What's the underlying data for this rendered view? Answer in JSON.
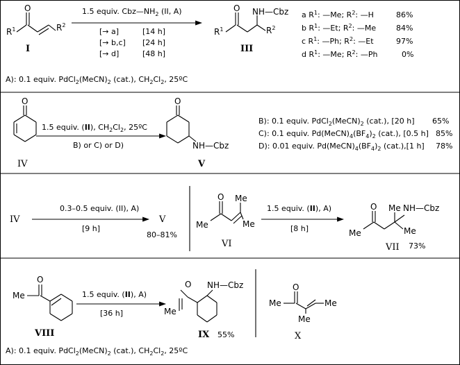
{
  "scheme1": {
    "compound_I": "I",
    "r1": "R",
    "r1_sup": "1",
    "r2": "R",
    "r2_sup": "2",
    "reagent": "1.5 equiv. Cbz—NH",
    "reagent_sub": "2",
    "reagent_tail": " (II, A)",
    "cond_a": "[→ a]",
    "time_a": "[14 h]",
    "cond_bc": "[→ b,c]",
    "time_bc": "[24 h]",
    "cond_d": "[→ d]",
    "time_d": "[48 h]",
    "product_nh": "NH—Cbz",
    "compound_III": "III",
    "rows": [
      {
        "id": "a",
        "r1": "—Me",
        "r2": "—H",
        "yield": "86%"
      },
      {
        "id": "b",
        "r1": "—Et",
        "r2": "—Me",
        "yield": "84%"
      },
      {
        "id": "c",
        "r1": "—Ph",
        "r2": "—Et",
        "yield": "97%"
      },
      {
        "id": "d",
        "r1": "—Me",
        "r2": "—Ph",
        "yield": "0%"
      }
    ],
    "footnote_head": "A): 0.1 equiv. PdCl",
    "footnote_sub1": "2",
    "footnote_mid": "(MeCN)",
    "footnote_sub2": "2",
    "footnote_mid2": " (cat.), CH",
    "footnote_sub3": "2",
    "footnote_mid3": "Cl",
    "footnote_sub4": "2",
    "footnote_tail": ", 25ºC"
  },
  "scheme2": {
    "compound_IV": "IV",
    "oxygen": "O",
    "reagent": "1.5 equiv. (",
    "reagent_bold": "II",
    "reagent_tail": "), CH",
    "reagent_sub1": "2",
    "reagent_cl": "Cl",
    "reagent_sub2": "2",
    "reagent_temp": ", 25ºC",
    "conditions": "B) or C) or D)",
    "product_nh": "NH—Cbz",
    "compound_V": "V",
    "cond_B": {
      "head": "B): 0.1 equiv. PdCl",
      "sub1": "2",
      "mid": "(MeCN)",
      "sub2": "2",
      "tail": " (cat.), [20 h]",
      "yield": "65%"
    },
    "cond_C": {
      "head": "C): 0.1 equiv. Pd(MeCN)",
      "sub1": "4",
      "mid": "(BF",
      "sub2": "4",
      "mid2": ")",
      "sub3": "2",
      "tail": " (cat.), [0.5 h]",
      "yield": "85%"
    },
    "cond_D": {
      "head": "D): 0.01 equiv. Pd(MeCN)",
      "sub1": "4",
      "mid": "(BF",
      "sub2": "4",
      "mid2": ")",
      "sub3": "2",
      "tail": " (cat.),[1 h]",
      "yield": "78%"
    }
  },
  "scheme3": {
    "start": "IV",
    "reagent": "0.3–0.5 equiv. (II), A)",
    "time": "[9 h]",
    "product": "V",
    "yield": "80–81%"
  },
  "scheme4": {
    "me_top": "Me",
    "me_left": "Me",
    "me_right": "Me",
    "oxygen": "O",
    "compound_VI": "VI",
    "reagent": "1.5 equiv. (",
    "reagent_bold": "II",
    "reagent_tail": "), A)",
    "time": "[8 h]",
    "me_p_top": "Me",
    "nh_cbz": "NH—Cbz",
    "me_p_left": "Me",
    "me_p_right": "Me",
    "compound_VII": "VII",
    "yield": "73%"
  },
  "scheme5": {
    "me": "Me",
    "oxygen": "O",
    "compound_VIII": "VIII",
    "reagent": "1.5 equiv. (",
    "reagent_bold": "II",
    "reagent_tail": "), A)",
    "time": "[36 h]",
    "nh_cbz": "NH—Cbz",
    "compound_IX": "IX",
    "yield": "55%",
    "footnote_head": "A): 0.1 equiv. PdCl",
    "footnote_sub1": "2",
    "footnote_mid": "(MeCN)",
    "footnote_sub2": "2",
    "footnote_mid2": " (cat.), CH",
    "footnote_sub3": "2",
    "footnote_mid3": "Cl",
    "footnote_sub4": "2",
    "footnote_tail": ", 25ºC"
  },
  "scheme6": {
    "me_left": "Me",
    "me_right": "Me",
    "me_bottom": "Me",
    "oxygen": "O",
    "compound_X": "X"
  }
}
